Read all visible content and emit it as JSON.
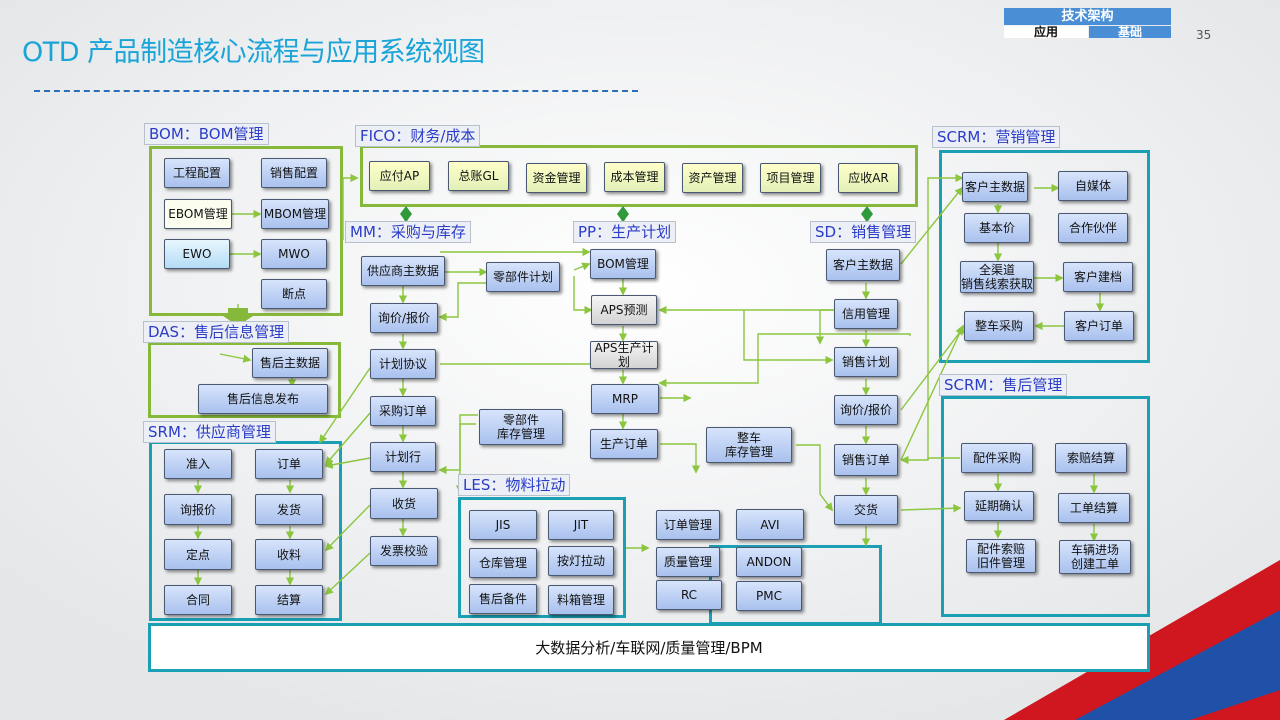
{
  "header": {
    "title": "OTD 产品制造核心流程与应用系统视图",
    "page_number": "35",
    "nav_title": "技术架构",
    "nav_left": "应用",
    "nav_right": "基础"
  },
  "regions": {
    "bom": "BOM：BOM管理",
    "fico": "FICO：财务/成本",
    "scrm_marketing": "SCRM：营销管理",
    "mm": "MM：采购与库存",
    "pp": "PP：生产计划",
    "sd": "SD：销售管理",
    "das": "DAS：售后信息管理",
    "scrm_service": "SCRM：售后管理",
    "srm": "SRM：供应商管理",
    "les": "LES：物料拉动"
  },
  "nodes": {
    "bom_eng_config": "工程配置",
    "bom_sales_config": "销售配置",
    "bom_ebom": "EBOM管理",
    "bom_mbom": "MBOM管理",
    "bom_ewo": "EWO",
    "bom_mwo": "MWO",
    "bom_breakpoint": "断点",
    "fico_ap": "应付AP",
    "fico_gl": "总账GL",
    "fico_fund": "资金管理",
    "fico_cost": "成本管理",
    "fico_asset": "资产管理",
    "fico_project": "项目管理",
    "fico_ar": "应收AR",
    "mkt_customer_master": "客户主数据",
    "mkt_self_media": "自媒体",
    "mkt_base_price": "基本价",
    "mkt_partner": "合作伙伴",
    "mkt_omnichannel_1": "全渠道",
    "mkt_omnichannel_2": "销售线索获取",
    "mkt_customer_profile": "客户建档",
    "mkt_vehicle_purchase": "整车采购",
    "mkt_customer_order": "客户订单",
    "mm_supplier_master": "供应商主数据",
    "mm_parts_plan": "零部件计划",
    "mm_inquiry": "询价/报价",
    "mm_plan_agreement": "计划协议",
    "mm_purchase_order": "采购订单",
    "mm_plan_line": "计划行",
    "mm_receiving": "收货",
    "mm_invoice": "发票校验",
    "pp_bom": "BOM管理",
    "pp_aps_forecast": "APS预测",
    "pp_aps_plan": "APS生产计划",
    "pp_mrp": "MRP",
    "pp_production_order": "生产订单",
    "pp_parts_inventory_1": "零部件",
    "pp_parts_inventory_2": "库存管理",
    "pp_vehicle_inventory_1": "整车",
    "pp_vehicle_inventory_2": "库存管理",
    "sd_customer_master": "客户主数据",
    "sd_credit": "信用管理",
    "sd_sales_plan": "销售计划",
    "sd_inquiry": "询价/报价",
    "sd_sales_order": "销售订单",
    "sd_delivery": "交货",
    "das_master": "售后主数据",
    "das_publish": "售后信息发布",
    "svc_parts_purchase": "配件采购",
    "svc_claim_settle": "索赔结算",
    "svc_extension": "延期确认",
    "svc_work_settle": "工单结算",
    "svc_parts_claim_1": "配件索赔",
    "svc_parts_claim_2": "旧件管理",
    "svc_vehicle_entry_1": "车辆进场",
    "svc_vehicle_entry_2": "创建工单",
    "srm_admission": "准入",
    "srm_order": "订单",
    "srm_inquiry": "询报价",
    "srm_ship": "发货",
    "srm_fixed_point": "定点",
    "srm_receive": "收料",
    "srm_contract": "合同",
    "srm_settlement": "结算",
    "les_jis": "JIS",
    "les_jit": "JIT",
    "les_warehouse": "仓库管理",
    "les_andon_pull": "按灯拉动",
    "les_service_parts": "售后备件",
    "les_bin": "料箱管理",
    "mes_order": "订单管理",
    "mes_avi": "AVI",
    "mes_quality": "质量管理",
    "mes_andon": "ANDON",
    "mes_rc": "RC",
    "mes_pmc": "PMC"
  },
  "footer_bar": "大数据分析/车联网/质量管理/BPM",
  "colors": {
    "title": "#1aa4d8",
    "green_border": "#86b83a",
    "teal_border": "#1a9fb5",
    "label_text": "#2a3cc8",
    "node_fill": "#b9cff3"
  }
}
